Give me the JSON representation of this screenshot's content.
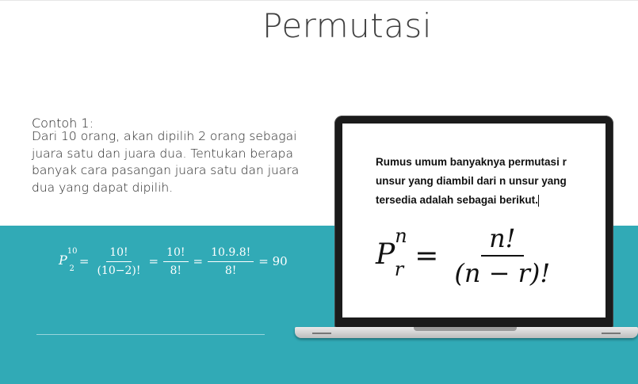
{
  "slide": {
    "title": "Permutasi",
    "example_label": "Contoh 1:",
    "example_text": "Dari 10 orang, akan dipilih 2 orang sebagai juara satu dan juara dua. Tentukan berapa banyak cara pasangan juara satu dan juara dua yang dapat dipilih.",
    "formula": {
      "symbol": "P",
      "sup": "10",
      "sub": "2",
      "eq": "=",
      "frac1_num": "10!",
      "frac1_den": "(10−2)!",
      "frac2_num": "10!",
      "frac2_den": "8!",
      "frac3_num": "10.9.8!",
      "frac3_den": "8!",
      "result": "= 90"
    }
  },
  "laptop": {
    "screen_text": "Rumus umum banyaknya permutasi r unsur yang diambil dari n unsur yang tersedia adalah sebagai berikut.",
    "formula": {
      "symbol": "P",
      "sup": "n",
      "sub": "r",
      "eq": "=",
      "num": "n!",
      "den": "(n − r)!"
    }
  },
  "colors": {
    "background_top": "#ffffff",
    "background_bottom": "#31aab6",
    "title": "#404040"
  }
}
